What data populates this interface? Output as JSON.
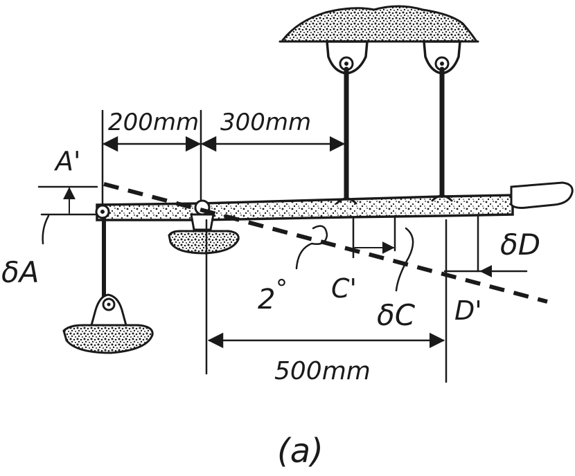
{
  "dimensions": {
    "ab": "200mm",
    "bc": "300mm",
    "bd": "500mm"
  },
  "points": {
    "a_prime": "A'",
    "c_prime": "C'",
    "d_prime": "D'"
  },
  "deflections": {
    "delta_a": "δA",
    "delta_c": "δC",
    "delta_d": "δD"
  },
  "angle": {
    "value": "2",
    "unit": "°"
  },
  "caption": "(a)"
}
